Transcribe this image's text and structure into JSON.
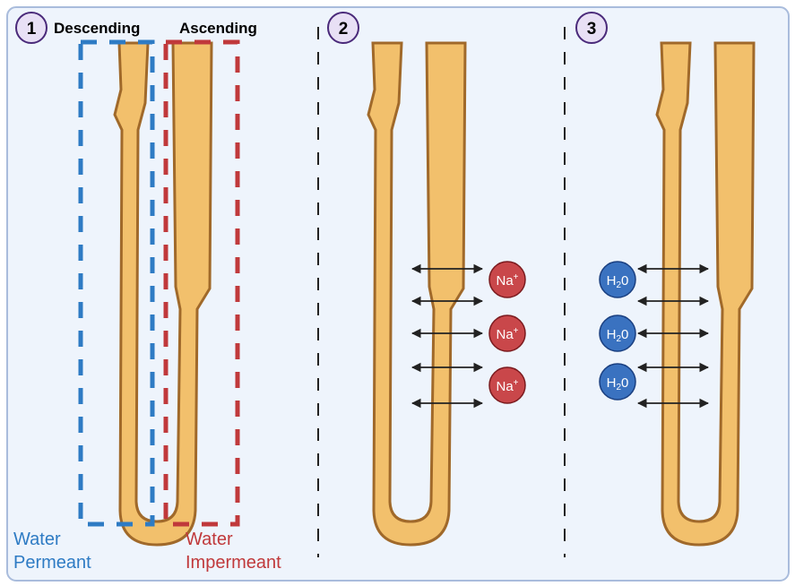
{
  "panels": [
    {
      "number": "1",
      "labels": {
        "descending": "Descending",
        "ascending": "Ascending"
      },
      "legend": {
        "permeant_line1": "Water",
        "permeant_line2": "Permeant",
        "impermeant_line1": "Water",
        "impermeant_line2": "Impermeant"
      }
    },
    {
      "number": "2",
      "ion": "Na",
      "ion_sup": "+"
    },
    {
      "number": "3",
      "molecule": "H",
      "molecule_sub": "2",
      "molecule_end": "0"
    }
  ],
  "colors": {
    "background": "#eef4fc",
    "tube_fill": "#f2c06c",
    "tube_stroke": "#a0692a",
    "permeant": "#2e7bc4",
    "impermeant": "#c0393b",
    "sodium": "#c9474a",
    "water": "#3a72c0",
    "step_circle": "#e8e0f5"
  }
}
